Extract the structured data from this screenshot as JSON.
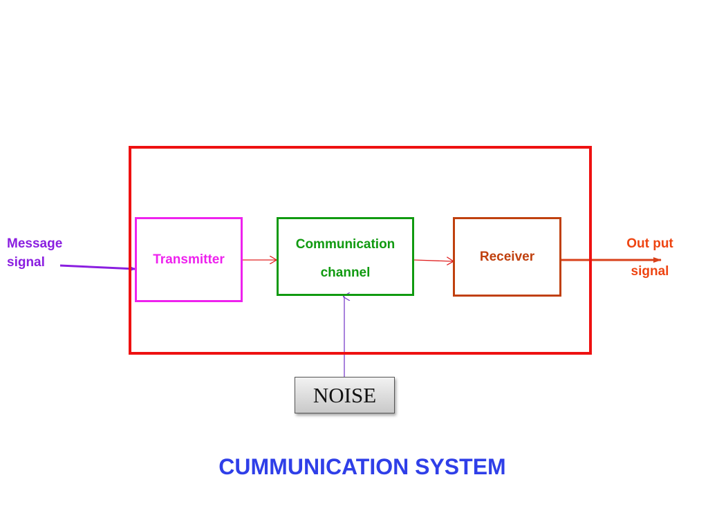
{
  "diagram": {
    "title": "CUMMUNICATION SYSTEM",
    "input": {
      "line1": "Message",
      "line2": "signal"
    },
    "transmitter": "Transmitter",
    "channel": {
      "line1": "Communication",
      "line2": "channel"
    },
    "receiver": "Receiver",
    "output": {
      "line1": "Out put",
      "line2": "signal"
    },
    "noise": "NOISE"
  },
  "colors": {
    "system_border": "#ee1111",
    "transmitter": "#ee22ee",
    "channel": "#109a10",
    "receiver": "#c0400e",
    "input_signal": "#8a1ee0",
    "output_signal": "#ee4411",
    "title": "#2f3fe8",
    "noise_line": "#7a3ec8"
  }
}
